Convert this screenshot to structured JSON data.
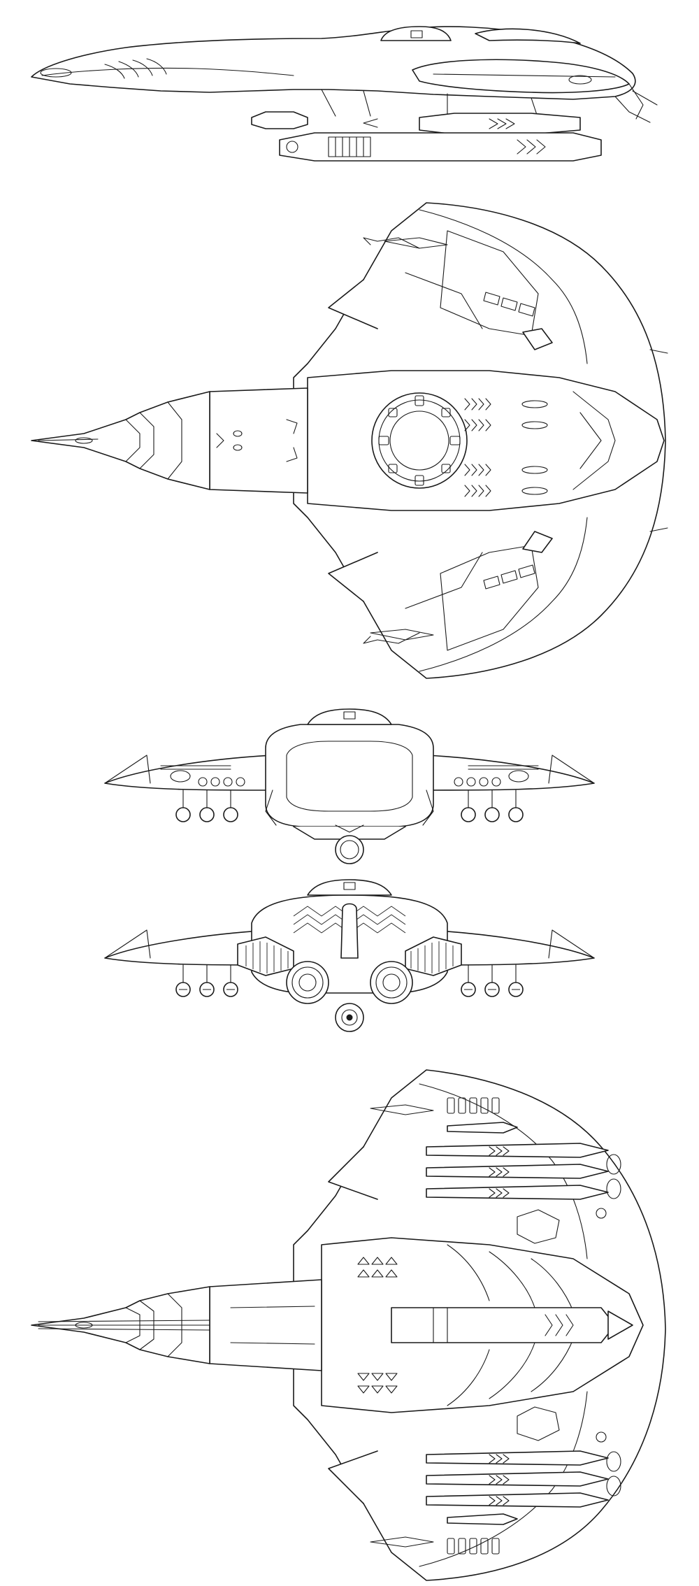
{
  "sheet": {
    "kind": "line-art orthographic blueprint",
    "views": [
      "side-view",
      "top-view",
      "front-view",
      "rear-view",
      "bottom-view"
    ]
  },
  "colors": {
    "line": "#1a1a1a",
    "background": "#ffffff"
  }
}
